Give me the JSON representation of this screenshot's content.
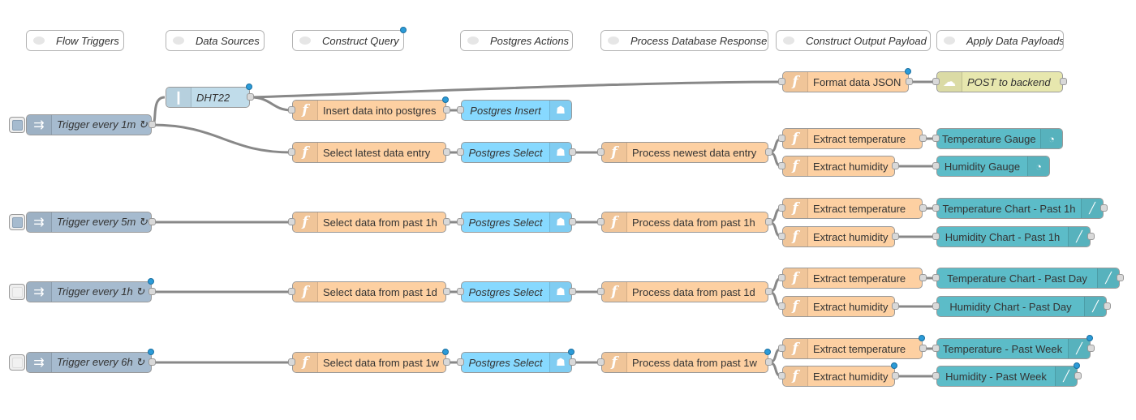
{
  "comments": {
    "flow_triggers": "Flow Triggers",
    "data_sources": "Data Sources",
    "construct_query": "Construct Query",
    "postgres_actions": "Postgres Actions",
    "process_database_response": "Process Database Response",
    "construct_output_payload": "Construct Output Payload",
    "apply_data_payloads": "Apply Data Payloads"
  },
  "inputs": {
    "dht22": "DHT22",
    "trigger_1m": "Trigger every 1m ↻",
    "trigger_5m": "Trigger every 5m ↻",
    "trigger_1h": "Trigger every 1h ↻",
    "trigger_6h": "Trigger every 6h ↻"
  },
  "functions": {
    "format_json": "Format data JSON",
    "insert_data": "Insert data into postgres",
    "select_latest": "Select latest data entry",
    "process_newest": "Process newest data entry",
    "extract_temp_1": "Extract temperature",
    "extract_hum_1": "Extract humidity",
    "select_1h": "Select data from past 1h",
    "process_1h": "Process data from past 1h",
    "extract_temp_2": "Extract temperature",
    "extract_hum_2": "Extract humidity",
    "select_1d": "Select data from past 1d",
    "process_1d": "Process data from past 1d",
    "extract_temp_3": "Extract temperature",
    "extract_hum_3": "Extract humidity",
    "select_1w": "Select data from past 1w",
    "process_1w": "Process data from past 1w",
    "extract_temp_4": "Extract temperature",
    "extract_hum_4": "Extract humidity"
  },
  "postgres": {
    "insert": "Postgres Insert",
    "select_1": "Postgres Select",
    "select_2": "Postgres Select",
    "select_3": "Postgres Select",
    "select_4": "Postgres Select"
  },
  "outputs": {
    "post_backend": "POST to backend",
    "temp_gauge": "Temperature Gauge",
    "hum_gauge": "Humidity Gauge",
    "temp_chart_1h": "Temperature Chart - Past 1h",
    "hum_chart_1h": "Humidity Chart - Past 1h",
    "temp_chart_day": "Temperature Chart - Past Day",
    "hum_chart_day": "Humidity Chart - Past Day",
    "temp_week": "Temperature - Past Week",
    "hum_week": "Humidity - Past Week"
  },
  "colors": {
    "inject": "#a6bbcf",
    "function": "#fdd0a2",
    "postgres": "#87d9ff",
    "dashboard": "#5cbcc8",
    "http": "#e7e7ae",
    "changed_dot": "#2b9bd8"
  }
}
